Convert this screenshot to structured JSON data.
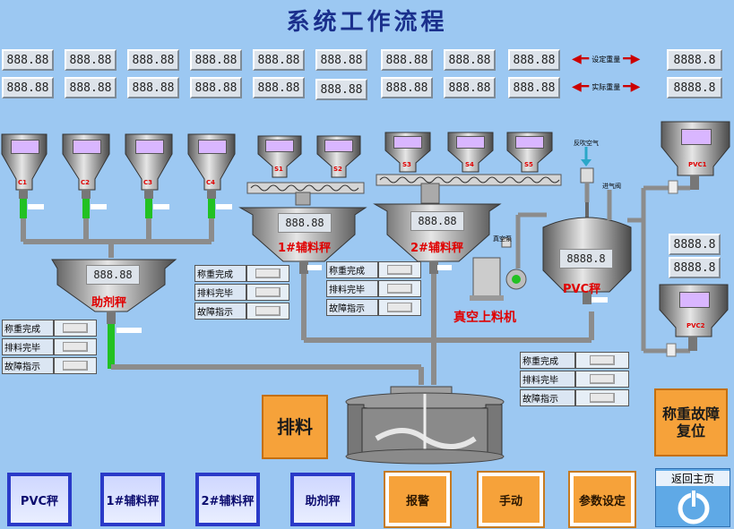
{
  "title": "系统工作流程",
  "top_displays_row1": [
    "888.88",
    "888.88",
    "888.88",
    "888.88",
    "888.88",
    "888.88",
    "888.88",
    "888.88",
    "888.88"
  ],
  "top_displays_row2": [
    "888.88",
    "888.88",
    "888.88",
    "888.88",
    "888.88",
    "888.88",
    "888.88",
    "888.88",
    "888.88"
  ],
  "setpoint_label": "设定重量",
  "actual_label": "实际重量",
  "setpoint_value": "8888.8",
  "actual_value": "8888.8",
  "hoppers": [
    "C1",
    "C2",
    "C3",
    "C4",
    "S1",
    "S2",
    "S3",
    "S4",
    "S5",
    "PVC1",
    "PVC2"
  ],
  "vessels": {
    "aux1": {
      "name": "1#辅料秤",
      "value": "888.88"
    },
    "aux2": {
      "name": "2#辅料秤",
      "value": "888.88"
    },
    "additive": {
      "name": "助剂秤",
      "value": "888.88"
    },
    "pvc": {
      "name": "PVC秤",
      "value": "8888.8"
    }
  },
  "pvc_displays": [
    "8888.8",
    "8888.8"
  ],
  "air_labels": {
    "return_air": "反吹空气",
    "air_inlet": "进气阀",
    "motor": "真空泵"
  },
  "vacuum_loader": "真空上料机",
  "status_labels": [
    "称重完成",
    "排料完毕",
    "故障指示"
  ],
  "discharge_button": "排料",
  "weigh_reset_button": "称重故障\n复位",
  "nav": [
    {
      "label": "PVC秤",
      "style": "blue"
    },
    {
      "label": "1#辅料秤",
      "style": "blue"
    },
    {
      "label": "2#辅料秤",
      "style": "blue"
    },
    {
      "label": "助剂秤",
      "style": "blue"
    },
    {
      "label": "报警",
      "style": "orange"
    },
    {
      "label": "手动",
      "style": "orange"
    },
    {
      "label": "参数设定",
      "style": "orange"
    }
  ],
  "home_button": "返回主页",
  "colors": {
    "background": "#9cc8f2",
    "pipe": "#c9c9c9",
    "valve_green": "#22c122",
    "accent_orange": "#f6a23a",
    "nav_blue": "#2a3ac8"
  }
}
